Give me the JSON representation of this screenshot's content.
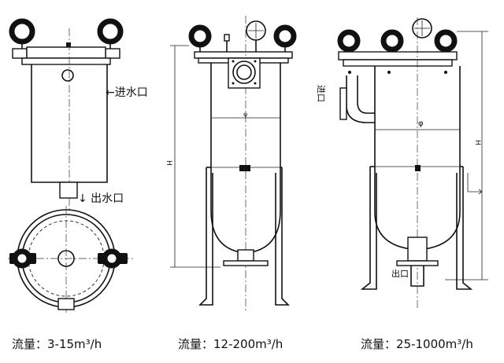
{
  "labels": {
    "inlet_left": "←进水口",
    "outlet_left": "↓ 出水口",
    "inlet_right": "进口",
    "outlet_right": "出口",
    "dim_height_mid": "H",
    "dim_height_right": "H",
    "dim_diameter_mid": "φ",
    "dim_diameter_right": "φ"
  },
  "captions": [
    "流量：3-15m³/h",
    "流量：12-200m³/h",
    "流量：25-1000m³/h"
  ]
}
